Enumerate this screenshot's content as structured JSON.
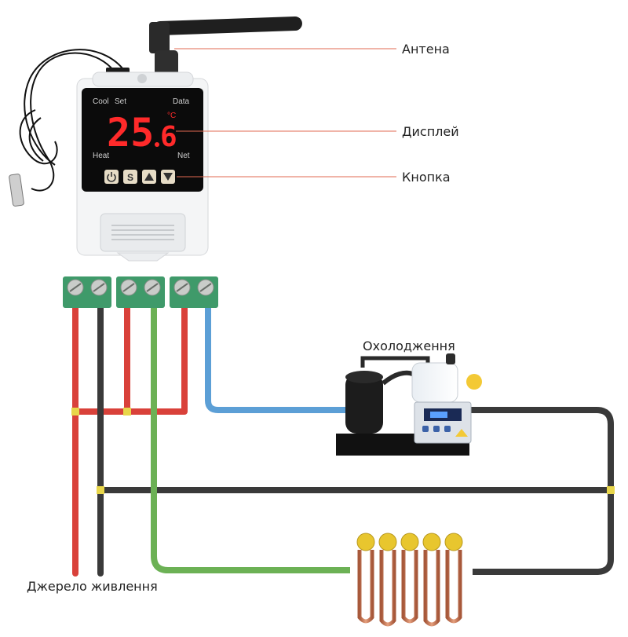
{
  "labels": {
    "antenna": "Антена",
    "display": "Дисплей",
    "button": "Кнопка",
    "cooling": "Охолодження",
    "power_source": "Джерело живлення"
  },
  "device": {
    "cool": "Cool",
    "set": "Set",
    "data": "Data",
    "heat": "Heat",
    "net": "Net",
    "temperature_main": "25",
    "temperature_decimal": "6",
    "unit": "°C",
    "buttons": [
      "power-icon",
      "S",
      "up-arrow-icon",
      "down-arrow-icon"
    ]
  },
  "colors": {
    "red_wire": "#d9413a",
    "black_wire": "#3a3a3a",
    "green_wire": "#6cb155",
    "blue_wire": "#5c9fd6",
    "display_red": "#ff2a2a",
    "terminal_green": "#3f9a6a",
    "junction": "#e8d64a"
  }
}
